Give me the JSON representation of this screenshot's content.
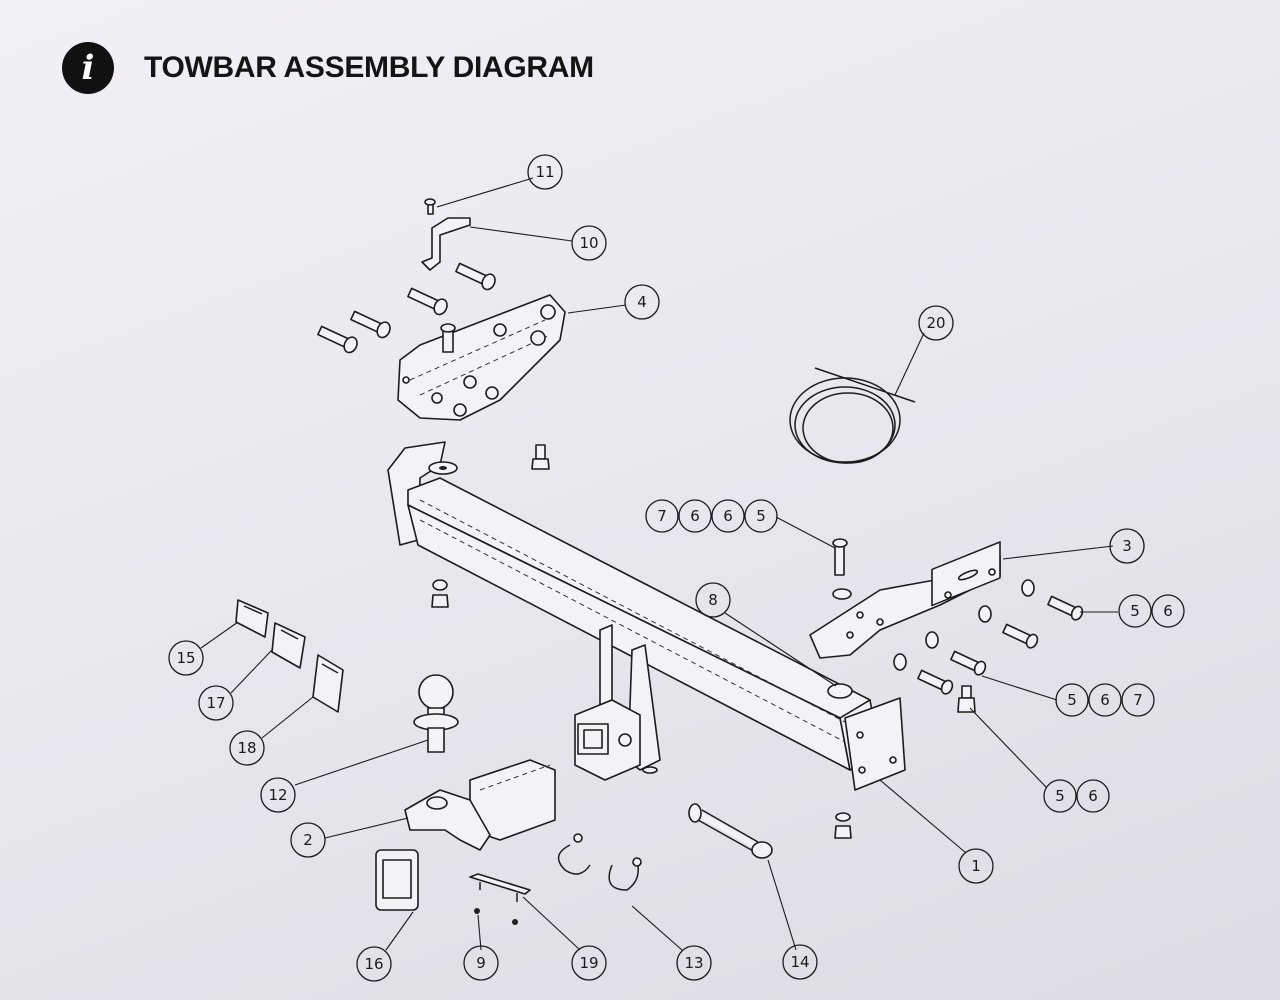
{
  "header": {
    "icon": "info-icon",
    "icon_glyph": "i",
    "title": "TOWBAR ASSEMBLY DIAGRAM"
  },
  "parts": [
    {
      "id": "1",
      "name": "towbar-crossmember"
    },
    {
      "id": "2",
      "name": "ball-mount-drawbar"
    },
    {
      "id": "3",
      "name": "right-side-bracket"
    },
    {
      "id": "4",
      "name": "left-side-bracket"
    },
    {
      "id": "5",
      "name": "bolt"
    },
    {
      "id": "6",
      "name": "washer"
    },
    {
      "id": "7",
      "name": "nut"
    },
    {
      "id": "8",
      "name": "spacer-washer"
    },
    {
      "id": "9",
      "name": "small-fastener"
    },
    {
      "id": "10",
      "name": "support-bracket"
    },
    {
      "id": "11",
      "name": "small-screw"
    },
    {
      "id": "12",
      "name": "tow-ball"
    },
    {
      "id": "13",
      "name": "shackle"
    },
    {
      "id": "14",
      "name": "hitch-pin"
    },
    {
      "id": "15",
      "name": "label-a"
    },
    {
      "id": "16",
      "name": "receiver-cover"
    },
    {
      "id": "17",
      "name": "label-b"
    },
    {
      "id": "18",
      "name": "label-c"
    },
    {
      "id": "19",
      "name": "clip-plate"
    },
    {
      "id": "20",
      "name": "wiring-cable-coil"
    }
  ],
  "callouts": {
    "c1": "1",
    "c2": "2",
    "c3": "3",
    "c4": "4",
    "c8": "8",
    "c9": "9",
    "c10": "10",
    "c11": "11",
    "c12": "12",
    "c13": "13",
    "c14": "14",
    "c15": "15",
    "c16": "16",
    "c17": "17",
    "c18": "18",
    "c19": "19",
    "c20": "20",
    "g7665": [
      "7",
      "6",
      "6",
      "5"
    ],
    "g56a": [
      "5",
      "6"
    ],
    "g567": [
      "5",
      "6",
      "7"
    ],
    "g56b": [
      "5",
      "6"
    ]
  }
}
